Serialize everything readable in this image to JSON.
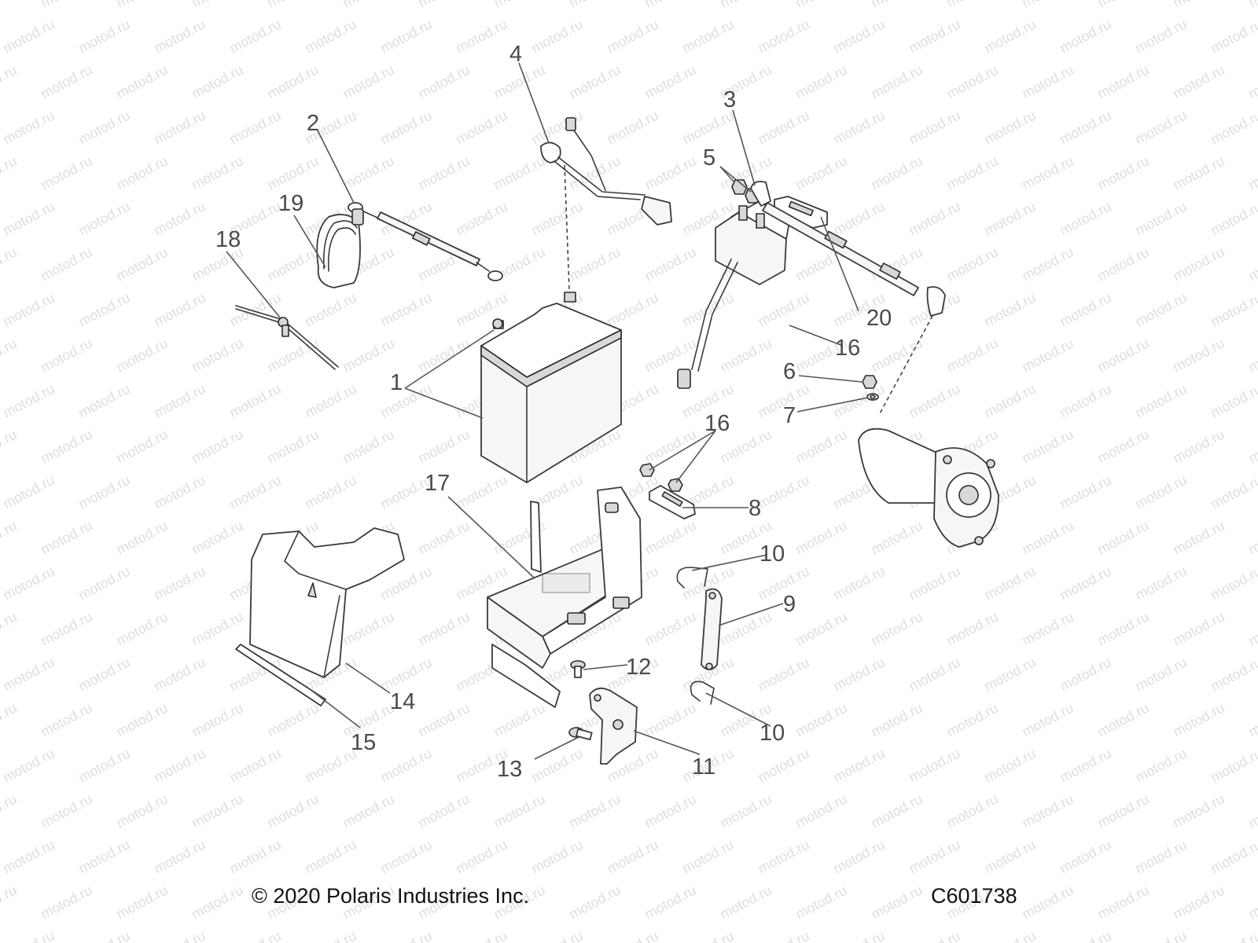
{
  "watermark": "motod.ru",
  "copyright": "© 2020 Polaris Industries Inc.",
  "figure_code": "C601738",
  "parts": [
    {
      "id": "battery",
      "label": "1"
    },
    {
      "id": "negative-cable",
      "label": "2"
    },
    {
      "id": "positive-cable",
      "label": "3"
    },
    {
      "id": "harness",
      "label": "4"
    },
    {
      "id": "solenoid-nuts",
      "label": "5"
    },
    {
      "id": "starter-nut",
      "label": "6"
    },
    {
      "id": "starter-washer",
      "label": "7"
    },
    {
      "id": "hold-down-plate",
      "label": "8"
    },
    {
      "id": "strap",
      "label": "9"
    },
    {
      "id": "clip-upper",
      "label": "10"
    },
    {
      "id": "clip-lower",
      "label": "10"
    },
    {
      "id": "bracket",
      "label": "11"
    },
    {
      "id": "screw-small",
      "label": "12"
    },
    {
      "id": "screw",
      "label": "13"
    },
    {
      "id": "cover",
      "label": "14"
    },
    {
      "id": "foam-strip",
      "label": "15"
    },
    {
      "id": "solenoid",
      "label": "16"
    },
    {
      "id": "box-nuts",
      "label": "16"
    },
    {
      "id": "battery-box",
      "label": "17"
    },
    {
      "id": "cable-tie",
      "label": "18"
    },
    {
      "id": "clamp",
      "label": "19"
    },
    {
      "id": "solenoid-bracket",
      "label": "20"
    }
  ]
}
